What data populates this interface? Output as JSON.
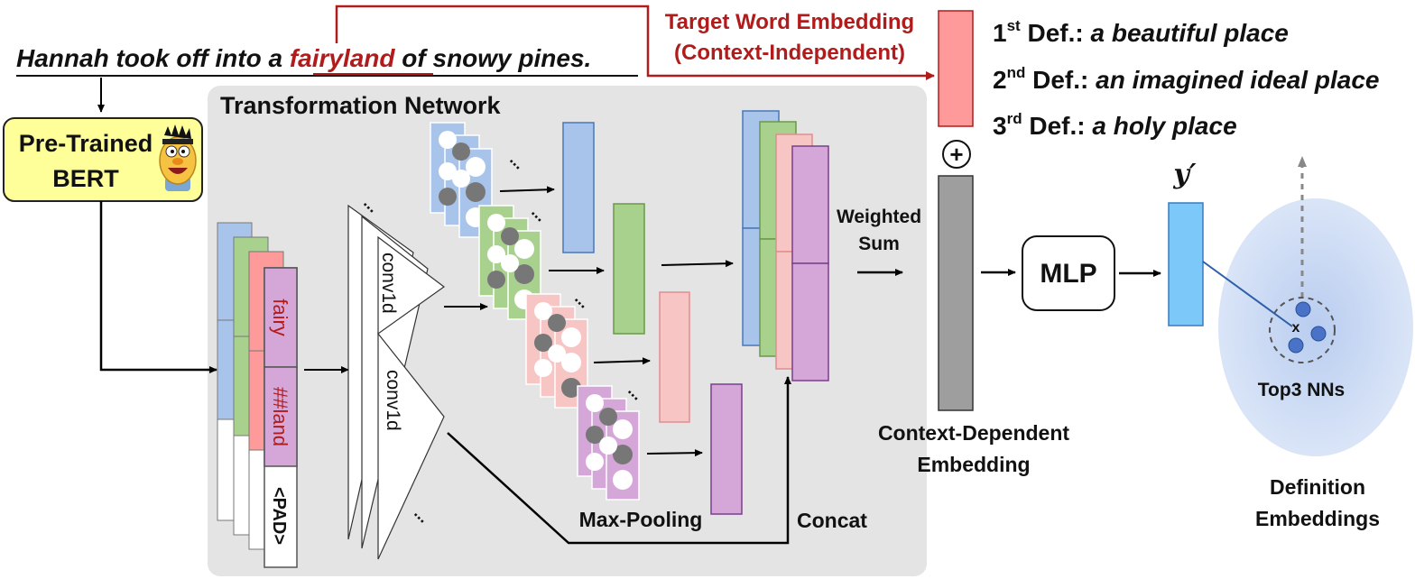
{
  "sentence": {
    "before": "Hannah took off into a ",
    "target": "fairyland",
    "after": " of snowy pines."
  },
  "bert": {
    "line1": "Pre-Trained",
    "line2": "BERT",
    "mascot_icon": "bert-face-icon"
  },
  "tokens": {
    "t1": "fairy",
    "t2": "##land",
    "pad": "<PAD>"
  },
  "transformation_network": {
    "title": "Transformation Network",
    "conv1": "conv1d",
    "conv2": "conv1d",
    "dots": "..."
  },
  "labels": {
    "max_pooling": "Max-Pooling",
    "concat": "Concat",
    "weighted": "Weighted",
    "sum": "Sum",
    "target_word_embedding_line1": "Target Word Embedding",
    "target_word_embedding_line2": "(Context-Independent)",
    "plus": "+",
    "context_dependent_line1": "Context-Dependent",
    "context_dependent_line2": "Embedding",
    "mlp": "MLP",
    "y_prime": "y′",
    "top3": "Top3 NNs",
    "x_mark": "x",
    "definition_line1": "Definition",
    "definition_line2": "Embeddings"
  },
  "definitions": [
    {
      "num": "1",
      "sup": "st",
      "label": " Def.:",
      "text": " a beautiful place"
    },
    {
      "num": "2",
      "sup": "nd",
      "label": " Def.:",
      "text": " an imagined ideal place"
    },
    {
      "num": "3",
      "sup": "rd",
      "label": " Def.:",
      "text": " a holy place"
    }
  ],
  "colors": {
    "blue": "#a9c4eb",
    "green": "#a9d18e",
    "pink": "#f8c5c5",
    "purple": "#d5a6d8",
    "red_target": "#ff9a9a",
    "dark_red": "#b01c1c",
    "gray_bar": "#9e9e9e",
    "panel": "#e4e4e4",
    "bert_yellow": "#ffff99",
    "y_prime_blue": "#7cc8f8",
    "nn_dot": "#4a73c8"
  }
}
